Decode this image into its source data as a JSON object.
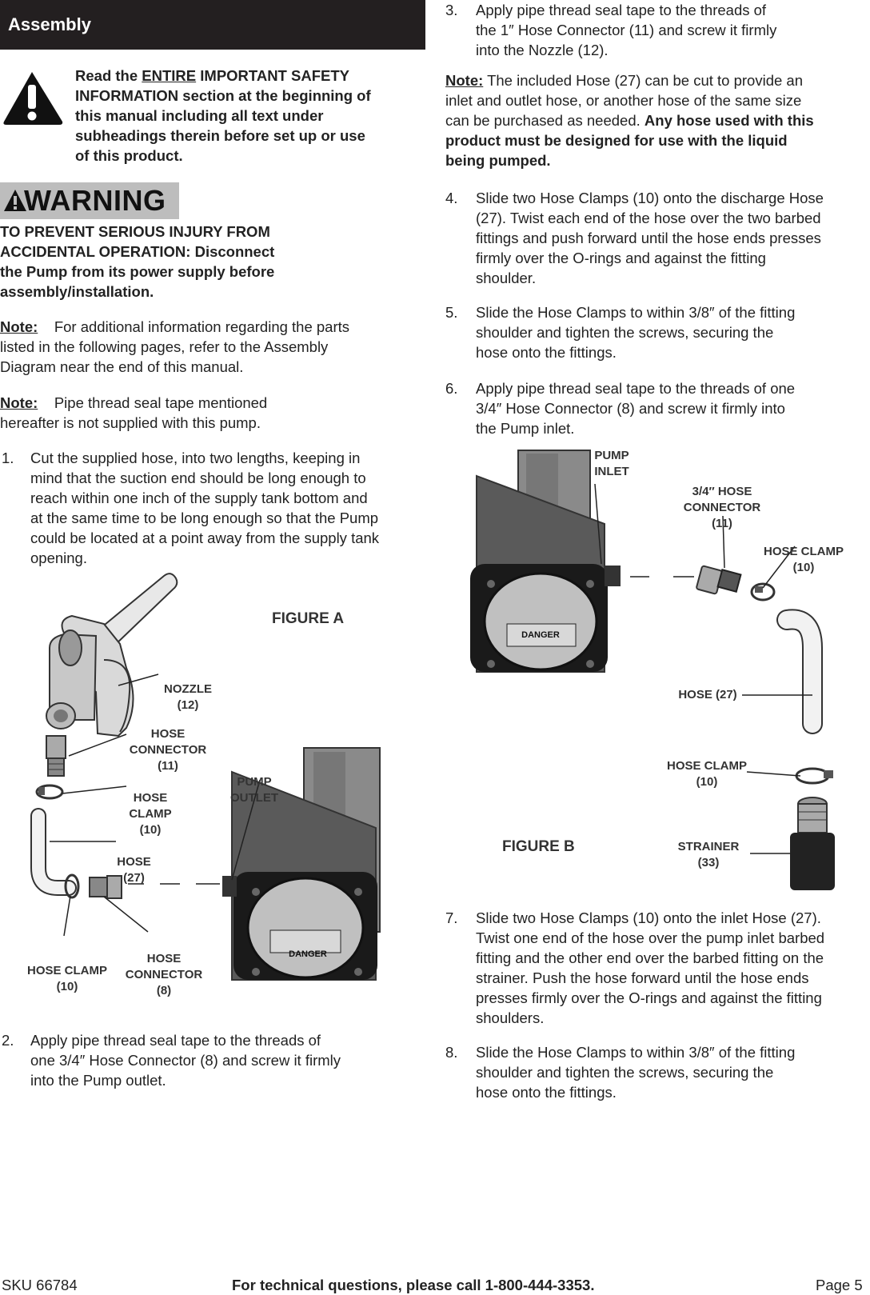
{
  "header": {
    "title": "Assembly"
  },
  "safety_notice": {
    "prefix": "Read the ",
    "entire": "ENTIRE",
    "rest": " IMPORTANT SAFETY INFORMATION section at the beginning of this manual including all text under subheadings therein before set up or use of this product."
  },
  "warning": {
    "badge": "WARNING",
    "text": "TO PREVENT SERIOUS INJURY FROM ACCIDENTAL OPERATION: Disconnect the Pump from its power supply before assembly/installation."
  },
  "notes": [
    {
      "label": "Note:",
      "text": "For additional information regarding the parts listed in the following pages, refer to the Assembly Diagram near the end of this manual."
    },
    {
      "label": "Note:",
      "text": "Pipe thread seal tape mentioned hereafter is not supplied with this pump."
    }
  ],
  "steps": [
    {
      "num": "1.",
      "text": "Cut the supplied hose, into two lengths, keeping in mind that the suction end should be long enough to reach within one inch of the supply tank bottom and at the same time to be long enough so that the Pump could be located at a point away from the supply tank opening."
    },
    {
      "num": "2.",
      "text": "Apply pipe thread seal tape to the threads of one 3/4″ Hose Connector (8) and screw it firmly into the Pump outlet."
    },
    {
      "num": "3.",
      "text": "Apply pipe thread seal tape to the threads of the 1″ Hose Connector (11) and screw it firmly into the Nozzle (12)."
    },
    {
      "num": "4.",
      "text": "Slide two Hose Clamps (10) onto the discharge Hose (27). Twist each end of the hose over the two barbed fittings and push forward until the hose ends presses firmly over the O-rings and against the fitting shoulder."
    },
    {
      "num": "5.",
      "text": "Slide the Hose Clamps to within 3/8″ of the fitting shoulder and tighten the screws, securing the hose onto the fittings."
    },
    {
      "num": "6.",
      "text": "Apply pipe thread seal tape to the threads of one 3/4″ Hose Connector (8) and screw it firmly into the Pump inlet."
    },
    {
      "num": "7.",
      "text": "Slide two Hose Clamps (10) onto the inlet Hose (27). Twist one end of the hose over the pump inlet barbed fitting and the other end over the barbed fitting on the strainer.  Push the hose forward until the hose ends presses firmly over the O-rings and against the fitting shoulders."
    },
    {
      "num": "8.",
      "text": "Slide the Hose Clamps to within 3/8″ of the fitting shoulder and tighten the screws, securing the hose onto the fittings."
    }
  ],
  "hose_note": {
    "label": "Note:",
    "text": " The included Hose (27) can be cut to provide an inlet and outlet hose, or another hose of the same size can be purchased as needed. ",
    "bold": "Any hose used with this product must be designed for use with the liquid being pumped."
  },
  "figure_a": {
    "title": "FIGURE A",
    "labels": {
      "nozzle": "NOZZLE (12)",
      "hose_connector_11": "HOSE CONNECTOR (11)",
      "hose_clamp_top": "HOSE CLAMP (10)",
      "hose": "HOSE (27)",
      "pump_outlet": "PUMP OUTLET",
      "hose_clamp_bottom": "HOSE CLAMP (10)",
      "hose_connector_8": "HOSE CONNECTOR (8)"
    },
    "plate_text": "DANGER"
  },
  "figure_b": {
    "title": "FIGURE B",
    "labels": {
      "pump_inlet": "PUMP INLET",
      "hose_connector": "3/4″ HOSE CONNECTOR (11)",
      "hose_clamp_top": "HOSE CLAMP (10)",
      "hose": "HOSE (27)",
      "hose_clamp_bottom": "HOSE CLAMP (10)",
      "strainer": "STRAINER (33)"
    },
    "plate_text": "DANGER"
  },
  "footer": {
    "sku": "SKU 66784",
    "support": "For technical questions, please call 1-800-444-3353.",
    "page": "Page 5"
  }
}
